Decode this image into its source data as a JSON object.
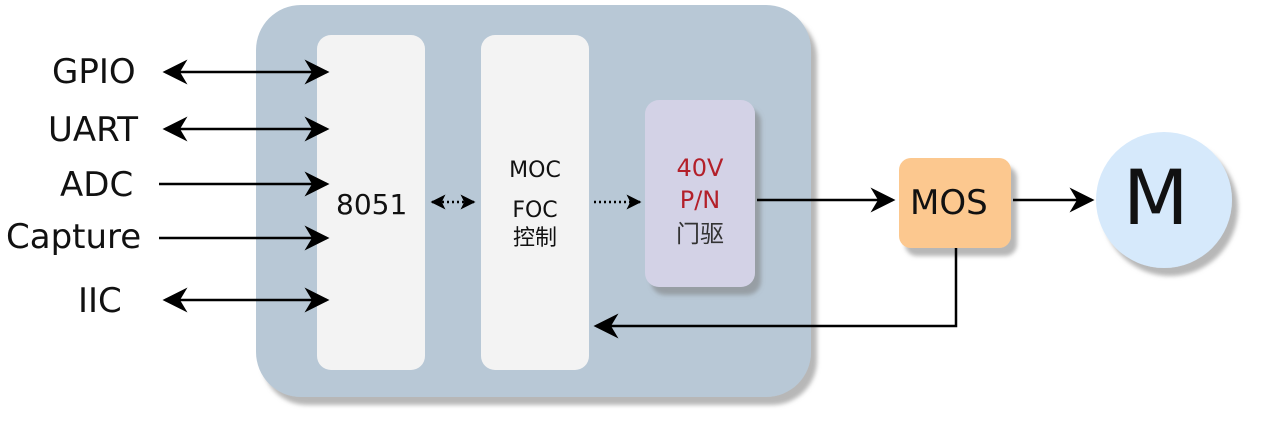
{
  "io_ports": [
    {
      "label": "GPIO",
      "direction": "bidirectional"
    },
    {
      "label": "UART",
      "direction": "bidirectional"
    },
    {
      "label": "ADC",
      "direction": "input"
    },
    {
      "label": "Capture",
      "direction": "input"
    },
    {
      "label": "IIC",
      "direction": "bidirectional"
    }
  ],
  "blocks": {
    "mcu": {
      "label": "8051"
    },
    "controller": {
      "line1": "MOC",
      "line2": "FOC",
      "line3": "控制"
    },
    "driver": {
      "line1": "40V",
      "line2": "P/N",
      "line3": "门驱"
    },
    "mos": {
      "label": "MOS"
    },
    "motor": {
      "label": "M"
    }
  },
  "colors": {
    "chip": "#b8c8d6",
    "inner_block": "#f3f3f3",
    "driver": "#d3d2e6",
    "mos": "#fcc88f",
    "motor": "#d6e9fb",
    "accent_red": "#b3202a",
    "line": "#000000"
  }
}
